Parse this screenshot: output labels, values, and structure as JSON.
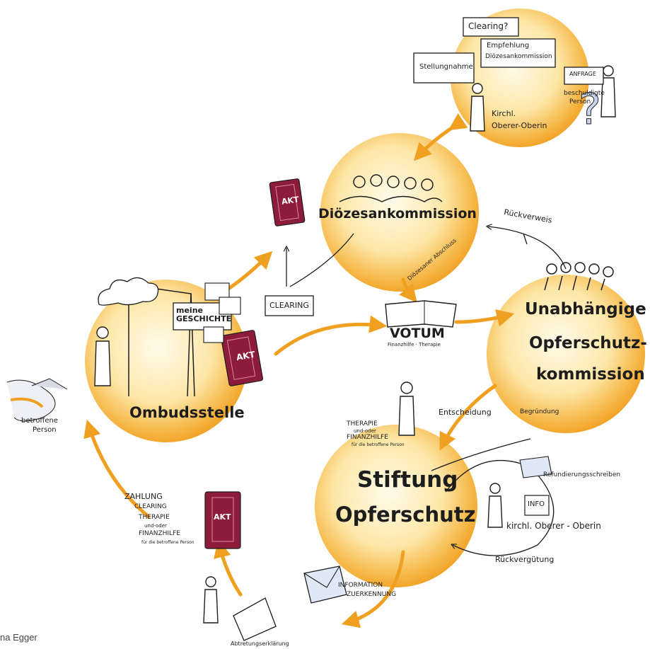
{
  "colors": {
    "circle_center": "#fff6d8",
    "circle_edge": "#f4a92a",
    "arrow": "#f0a020",
    "folder": "#8c1c3a",
    "ink": "#1d1d1d"
  },
  "nodes": {
    "ombudsstelle": {
      "title": "Ombudsstelle",
      "folder_label": "AKT",
      "story": "meine GESCHICHTE"
    },
    "dioezesankommission": {
      "title": "Diözesankommission",
      "folder_label": "AKT"
    },
    "opferschutzkommission": {
      "title_line1": "Unabhängige",
      "title_line2": "Opferschutz-",
      "title_line3": "kommission"
    },
    "stiftung": {
      "title_line1": "Stiftung",
      "title_line2": "Opferschutz"
    },
    "top": {
      "clearing_q": "Clearing?",
      "empfehlung_line1": "Empfehlung",
      "empfehlung_line2": "Diözesankommission",
      "stellungnahme": "Stellungnahme",
      "anfrage": "ANFRAGE",
      "oberer_line1": "Kirchl.",
      "oberer_line2": "Oberer-Oberin",
      "beschuldigte_line1": "beschuldigte",
      "beschuldigte_line2": "Person"
    }
  },
  "labels": {
    "clearing": "CLEARING",
    "betroffene_line1": "betroffene",
    "betroffene_line2": "Person",
    "votum": "VOTUM",
    "votum_sub": "Finanzhilfe · Therapie",
    "dioezesaner_abschluss": "Diözesaner Abschluss",
    "rueckverweis": "Rückverweis",
    "entscheidung": "Entscheidung",
    "begruendung": "Begründung",
    "therapie_line1": "THERAPIE",
    "therapie_line2": "und-oder",
    "therapie_line3": "FINANZHILFE",
    "therapie_line4": "für die betroffene Person",
    "refundierung": "Refundierungsschreiben",
    "info": "INFO",
    "kirchl_oberer": "kirchl. Oberer - Oberin",
    "rueckverguetung": "Rückvergütung",
    "zahlung_line1": "ZAHLUNG",
    "zahlung_line2": "CLEARING",
    "zahlung_line3": "THERAPIE",
    "zahlung_line4": "und-oder",
    "zahlung_line5": "FINANZHILFE",
    "zahlung_line6": "für die betroffene Person",
    "zahlung_folder": "AKT",
    "information_line1": "INFORMATION",
    "information_line2": "ZUERKENNUNG",
    "abtretung": "Abtretungserklärung",
    "credit": "na Egger"
  }
}
